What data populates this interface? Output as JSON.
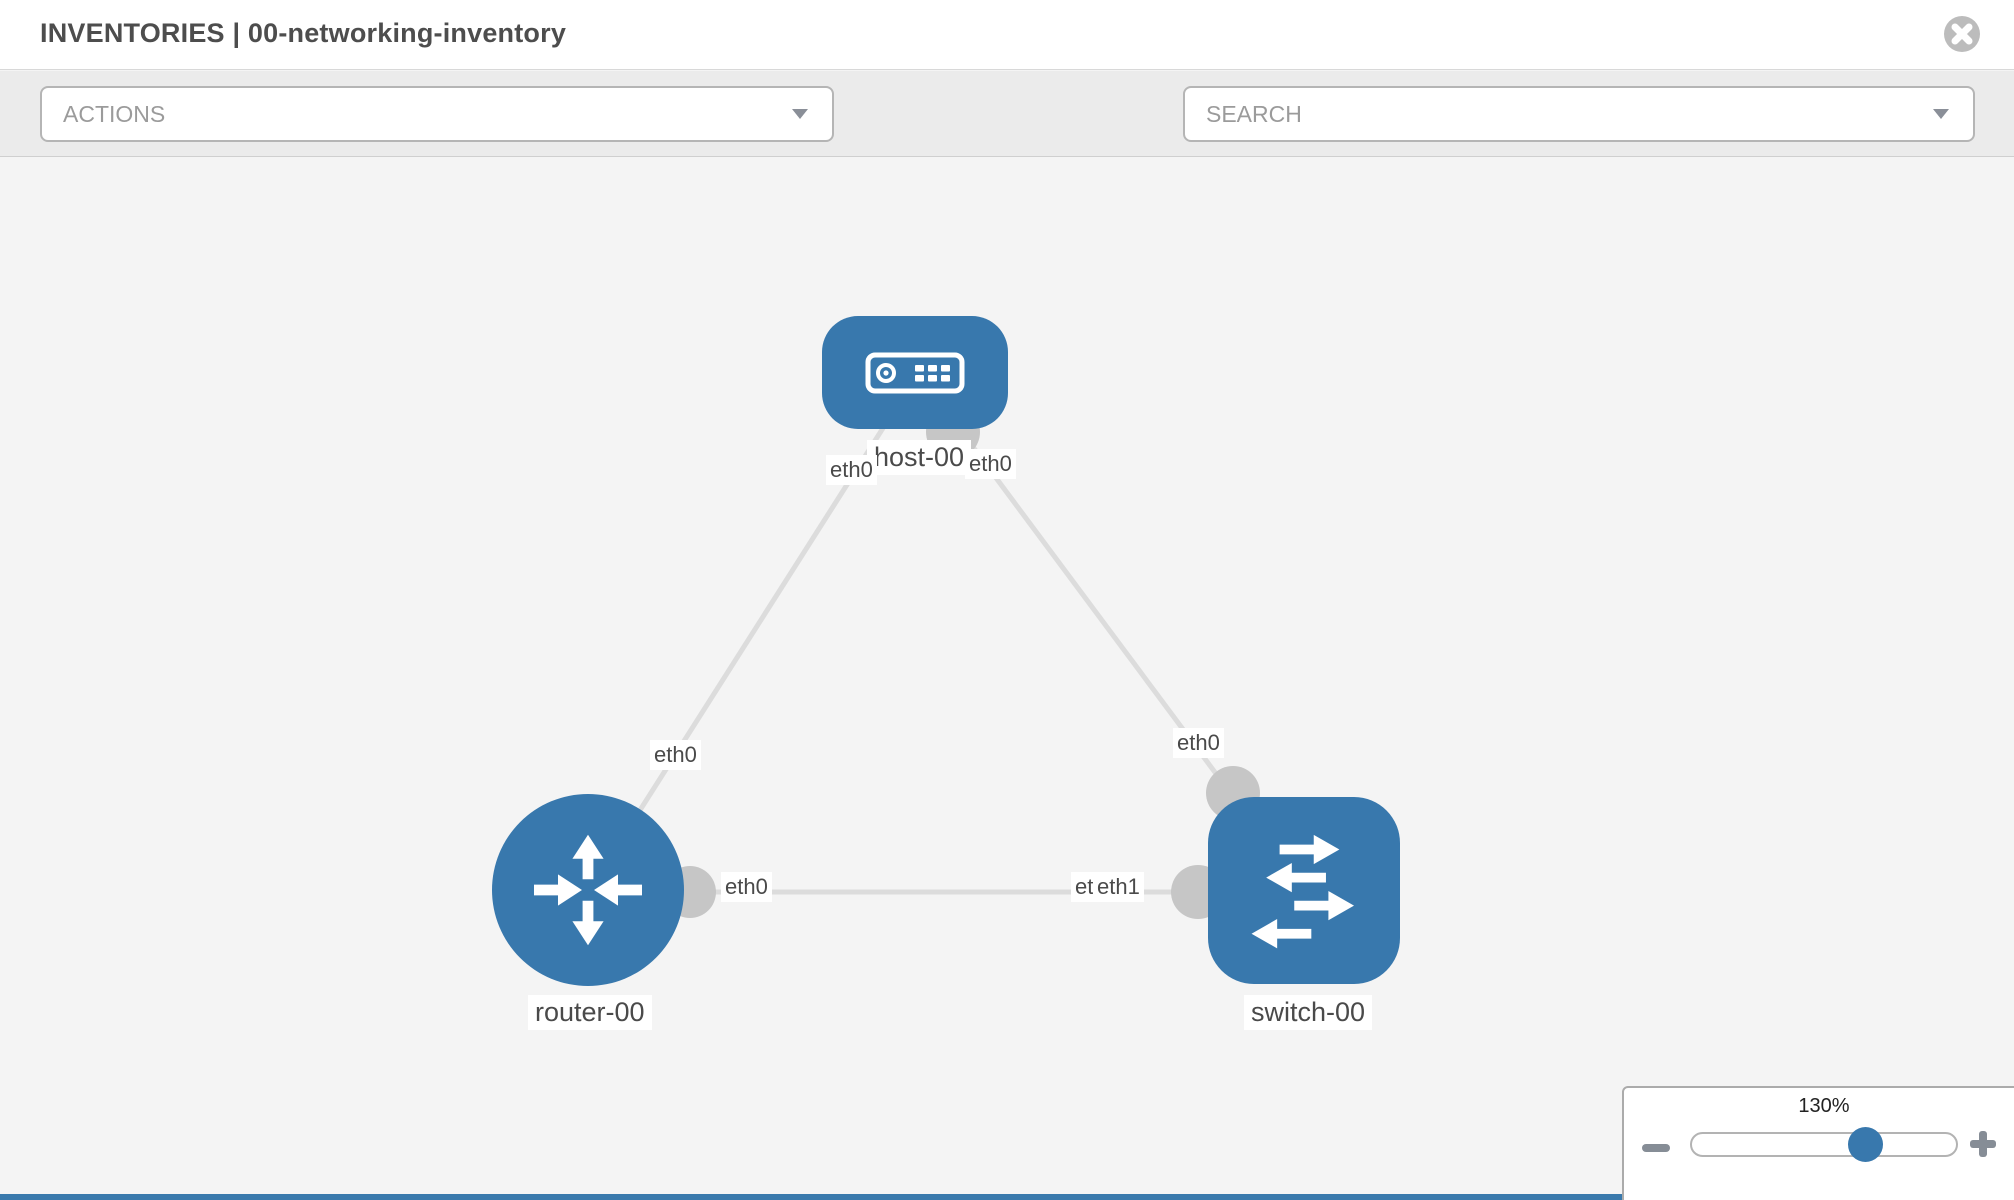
{
  "header": {
    "title": "INVENTORIES | 00-networking-inventory"
  },
  "toolbar": {
    "actions_placeholder": "ACTIONS",
    "search_placeholder": "SEARCH"
  },
  "topology": {
    "nodes": [
      {
        "label": "host-00",
        "type": "host"
      },
      {
        "label": "router-00",
        "type": "router"
      },
      {
        "label": "switch-00",
        "type": "switch"
      }
    ],
    "interfaces": {
      "host_left": "eth0",
      "host_right": "eth0",
      "router_uplink": "eth0",
      "switch_uplink": "eth0",
      "router_lan": "eth0",
      "switch_lan_back": "eth0",
      "switch_lan_front": "eth1"
    }
  },
  "zoom_control": {
    "level": "130%"
  },
  "colors": {
    "node_blue": "#3878ad",
    "link_gray": "#dcdcdc",
    "connector_gray": "#c6c6c6",
    "icon_gray": "#8b929c",
    "toolbar_bg": "#ebebeb",
    "canvas_bg": "#f4f4f4"
  }
}
